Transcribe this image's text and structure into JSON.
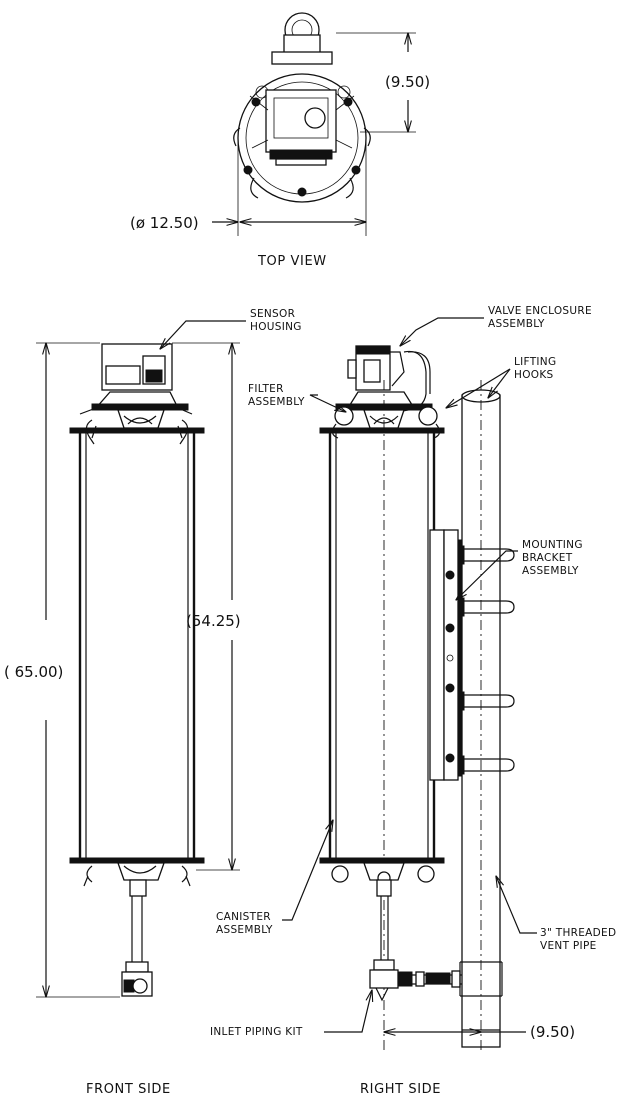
{
  "views": {
    "top": "TOP VIEW",
    "front": "FRONT SIDE",
    "right": "RIGHT SIDE"
  },
  "dimensions": {
    "top_offset": "(9.50)",
    "diameter": "(ø 12.50)",
    "height_total": "( 65.00)",
    "height_canister": "(54.25)",
    "pipe_offset": "(9.50)"
  },
  "labels": {
    "sensor_housing": [
      "SENSOR",
      "HOUSING"
    ],
    "valve_enclosure": [
      "VALVE ENCLOSURE",
      "ASSEMBLY"
    ],
    "lifting_hooks": [
      "LIFTING",
      "HOOKS"
    ],
    "filter_assembly": [
      "FILTER",
      "ASSEMBLY"
    ],
    "mounting_bracket": [
      "MOUNTING",
      "BRACKET",
      "ASSEMBLY"
    ],
    "canister_assembly": [
      "CANISTER",
      "ASSEMBLY"
    ],
    "threaded_vent_pipe": [
      "3\" THREADED",
      "VENT PIPE"
    ],
    "inlet_piping_kit": "INLET PIPING KIT"
  }
}
